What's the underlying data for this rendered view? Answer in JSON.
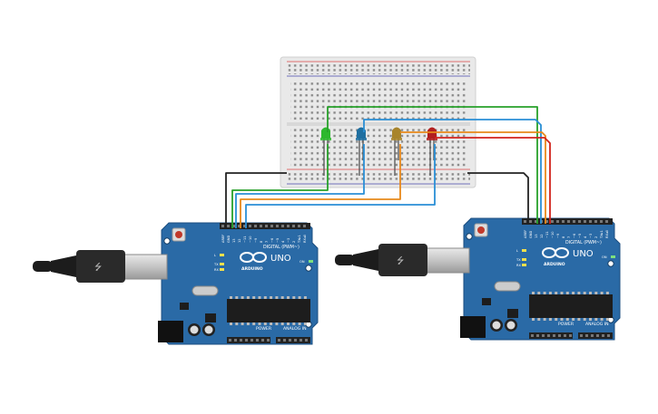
{
  "boards": [
    {
      "id": "left",
      "logo_text": "UNO",
      "brand_text": "ARDUINO",
      "digital_label": "DIGITAL (PWM~)",
      "power_label": "POWER",
      "analog_label": "ANALOG IN",
      "aref_label": "AREF",
      "tx_label": "TX",
      "rx_label": "RX",
      "on_label": "ON",
      "l_label": "L"
    },
    {
      "id": "right",
      "logo_text": "UNO",
      "brand_text": "ARDUINO",
      "digital_label": "DIGITAL (PWM~)",
      "power_label": "POWER",
      "analog_label": "ANALOG IN",
      "aref_label": "AREF",
      "tx_label": "TX",
      "rx_label": "RX",
      "on_label": "ON",
      "l_label": "L"
    }
  ],
  "leds": [
    {
      "name": "green",
      "color": "#2db82d"
    },
    {
      "name": "blue",
      "color": "#1f6fa0"
    },
    {
      "name": "yellow",
      "color": "#a8842b"
    },
    {
      "name": "red",
      "color": "#b21f1f"
    }
  ],
  "wire_colors": {
    "black": "#222222",
    "green": "#27a12a",
    "blue": "#2a8fd6",
    "orange": "#e8891b",
    "red": "#d2231c"
  },
  "colors": {
    "board": "#2a6aa6",
    "board_dark": "#1d4f80",
    "breadboard": "#e6e6e6",
    "rail_red": "#d44",
    "rail_blue": "#44a"
  }
}
